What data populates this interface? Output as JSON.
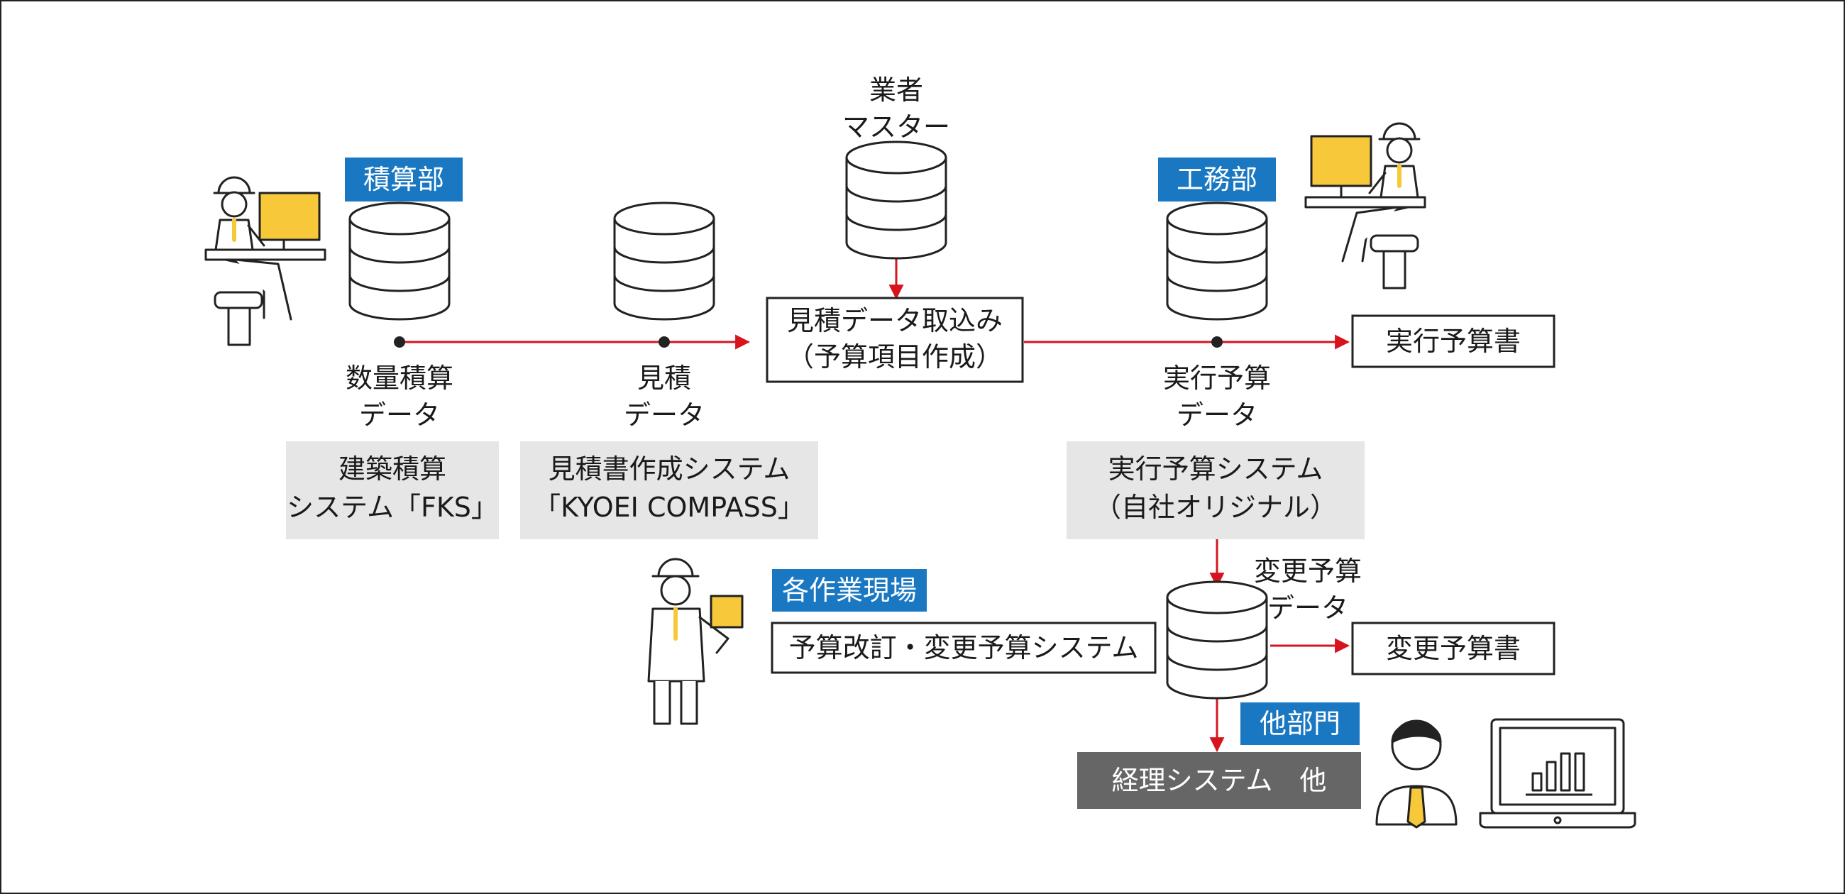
{
  "labels": {
    "estimation_dept": "積算部",
    "engineering_dept": "工務部",
    "site_offices": "各作業現場",
    "other_depts": "他部門"
  },
  "databases": {
    "vendor_master": [
      "業者",
      "マスター"
    ],
    "quantity_estimation_data": [
      "数量積算",
      "データ"
    ],
    "estimate_data": [
      "見積",
      "データ"
    ],
    "execution_budget_data": [
      "実行予算",
      "データ"
    ],
    "change_budget_data": [
      "変更予算",
      "データ"
    ]
  },
  "systems": {
    "fks": [
      "建築積算",
      "システム「FKS」"
    ],
    "kyoei_compass": [
      "見積書作成システム",
      "「KYOEI COMPASS」"
    ],
    "execution_budget_system": [
      "実行予算システム",
      "（自社オリジナル）"
    ]
  },
  "processes": {
    "estimate_import": [
      "見積データ取込み",
      "（予算項目作成）"
    ],
    "budget_revision": "予算改訂・変更予算システム",
    "accounting": "経理システム　他"
  },
  "outputs": {
    "execution_budget_doc": "実行予算書",
    "change_budget_doc": "変更予算書"
  },
  "colors": {
    "label_blue": "#1a78c2",
    "flow_red": "#d7141e",
    "system_gray": "#e6e6e6",
    "accounting_dark": "#666666",
    "accent_yellow": "#f7c83a"
  },
  "icons": {
    "estimator": "worker-at-computer-icon",
    "engineer": "worker-at-computer-icon",
    "site_worker": "worker-with-clipboard-icon",
    "office_worker": "office-worker-icon",
    "laptop": "laptop-chart-icon"
  }
}
